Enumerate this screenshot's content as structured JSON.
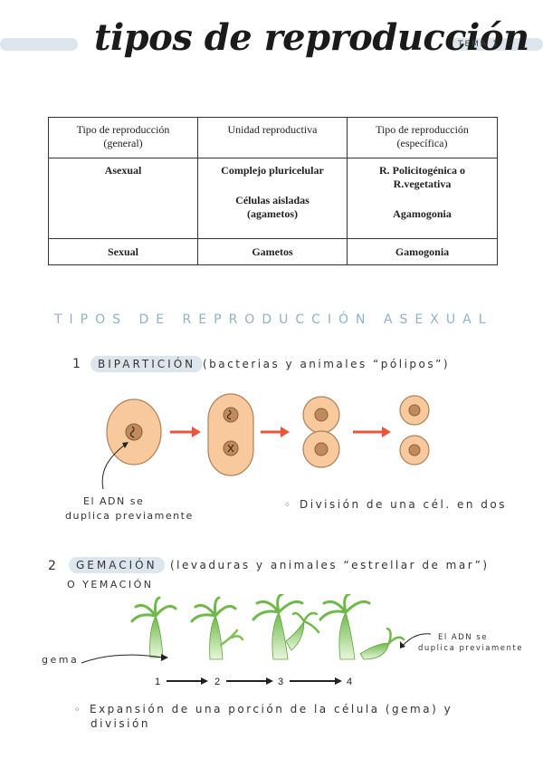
{
  "header": {
    "title": "tipos de reproducción",
    "tema": "TEMA 1"
  },
  "table": {
    "headers": [
      [
        "Tipo de reproducción",
        "(general)"
      ],
      [
        "Unidad reproductiva",
        ""
      ],
      [
        "Tipo de reproducción",
        "(específica)"
      ]
    ],
    "asexual": {
      "type": "Asexual",
      "unit_1": "Complejo pluricelular",
      "unit_2a": "Células aisladas",
      "unit_2b": "(agametos)",
      "spec_1a": "R. Policitogénica o",
      "spec_1b": "R.vegetativa",
      "spec_2": "Agamogonia"
    },
    "sexual": {
      "type": "Sexual",
      "unit": "Gametos",
      "spec": "Gamogonia"
    }
  },
  "section_title": "TIPOS DE REPRODUCCIÓN ASEXUAL",
  "biparticion": {
    "number": "1",
    "label": "BIPARTICIÓN",
    "desc": "(bacterias y animales “pólipos”)",
    "note_line1": "El ADN se",
    "note_line2": "duplica previamente",
    "bullet": "División de una cél. en dos"
  },
  "gemacion": {
    "number": "2",
    "label": "GEMACIÓN",
    "desc": "(levaduras y animales “estrellar de mar”)",
    "alt": "O YEMACIÓN",
    "gema_label": "gema",
    "note_line1": "El ADN se",
    "note_line2": "duplica previamente",
    "steps": [
      "1",
      "2",
      "3",
      "4"
    ],
    "bullet_line1": "Expansión de una porción de la célula (gema) y",
    "bullet_line2": "división"
  },
  "colors": {
    "cell_fill": "#f7c99c",
    "cell_stroke": "#b0805a",
    "nucleus": "#c08a5c",
    "arrow": "#e8573c",
    "hydra": "#8fcb62",
    "pill": "#dce6ec",
    "section_title": "#8fb3c5"
  }
}
